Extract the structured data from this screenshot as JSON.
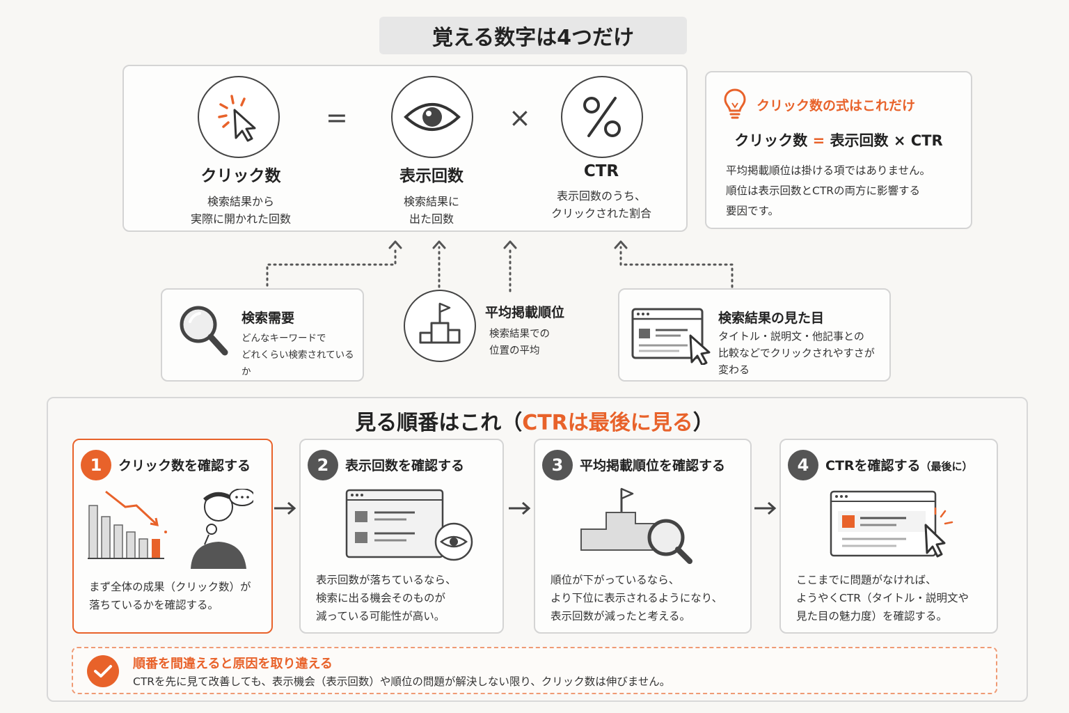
{
  "title": "覚える数字は4つだけ",
  "formula": {
    "equals": "=",
    "times": "×",
    "terms": [
      {
        "name": "クリック数",
        "desc": "検索結果から\n実際に開かれた回数"
      },
      {
        "name": "表示回数",
        "desc": "検索結果に\n出た回数"
      },
      {
        "name": "CTR",
        "desc": "表示回数のうち、\nクリックされた割合"
      }
    ]
  },
  "tip": {
    "heading": "クリック数の式はこれだけ",
    "formula_left": "クリック数",
    "formula_eq": "=",
    "formula_right": "表示回数 × CTR",
    "note": "平均掲載順位は掛ける項ではありません。\n順位は表示回数とCTRの両方に影響する\n要因です。"
  },
  "factors": [
    {
      "title": "検索需要",
      "desc": "どんなキーワードで\nどれくらい検索されているか"
    },
    {
      "title": "平均掲載順位",
      "desc": "検索結果での\n位置の平均"
    },
    {
      "title": "検索結果の見た目",
      "desc": "タイトル・説明文・他記事との\n比較などでクリックされやすさが\n変わる"
    }
  ],
  "order": {
    "title_prefix": "見る順番はこれ（",
    "title_highlight": "CTRは最後に見る",
    "title_suffix": "）"
  },
  "steps": [
    {
      "num": "1",
      "head": "クリック数を確認する",
      "head_small": "",
      "desc": "まず全体の成果（クリック数）が\n落ちているかを確認する。"
    },
    {
      "num": "2",
      "head": "表示回数を確認する",
      "head_small": "",
      "desc": "表示回数が落ちているなら、\n検索に出る機会そのものが\n減っている可能性が高い。"
    },
    {
      "num": "3",
      "head": "平均掲載順位を確認する",
      "head_small": "",
      "desc": "順位が下がっているなら、\nより下位に表示されるようになり、\n表示回数が減ったと考える。"
    },
    {
      "num": "4",
      "head": "CTRを確認する",
      "head_small": "（最後に）",
      "desc": "ここまでに問題がなければ、\nようやくCTR（タイトル・説明文や\n見た目の魅力度）を確認する。"
    }
  ],
  "warning": {
    "heading": "順番を間違えると原因を取り違える",
    "text": "CTRを先に見て改善しても、表示機会（表示回数）や順位の問題が解決しない限り、クリック数は伸びません。"
  },
  "colors": {
    "accent": "#e8622a",
    "neutral": "#555555"
  }
}
